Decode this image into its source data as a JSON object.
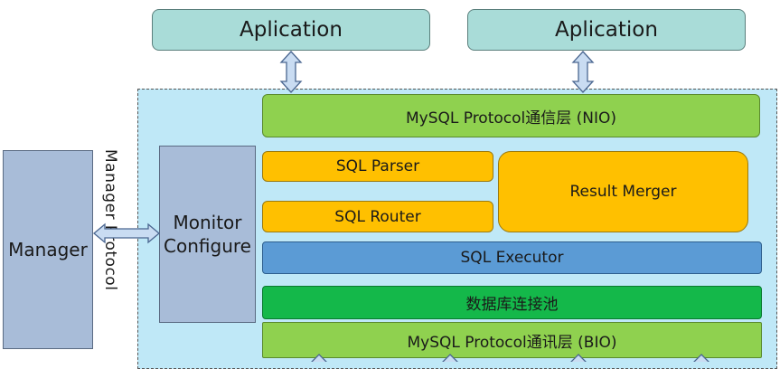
{
  "applications": [
    "Aplication",
    "Aplication"
  ],
  "layers": {
    "protocol_nio": "MySQL Protocol通信层 (NIO)",
    "sql_parser": "SQL Parser",
    "sql_router": "SQL Router",
    "result_merger": "Result Merger",
    "sql_executor": "SQL Executor",
    "connection_pool": "数据库连接池",
    "protocol_bio": "MySQL Protocol通讯层 (BIO)"
  },
  "monitor": {
    "line1": "Monitor",
    "line2": "Configure"
  },
  "manager": "Manager",
  "manager_protocol": "Manager Protocol",
  "colors": {
    "application": "#a9dcd8",
    "region": "#bfe8f7",
    "green": "#8fd14f",
    "yellow": "#ffc000",
    "blue": "#5b9bd5",
    "dark_green": "#14b84a",
    "grey_blue": "#a8bcd8"
  }
}
